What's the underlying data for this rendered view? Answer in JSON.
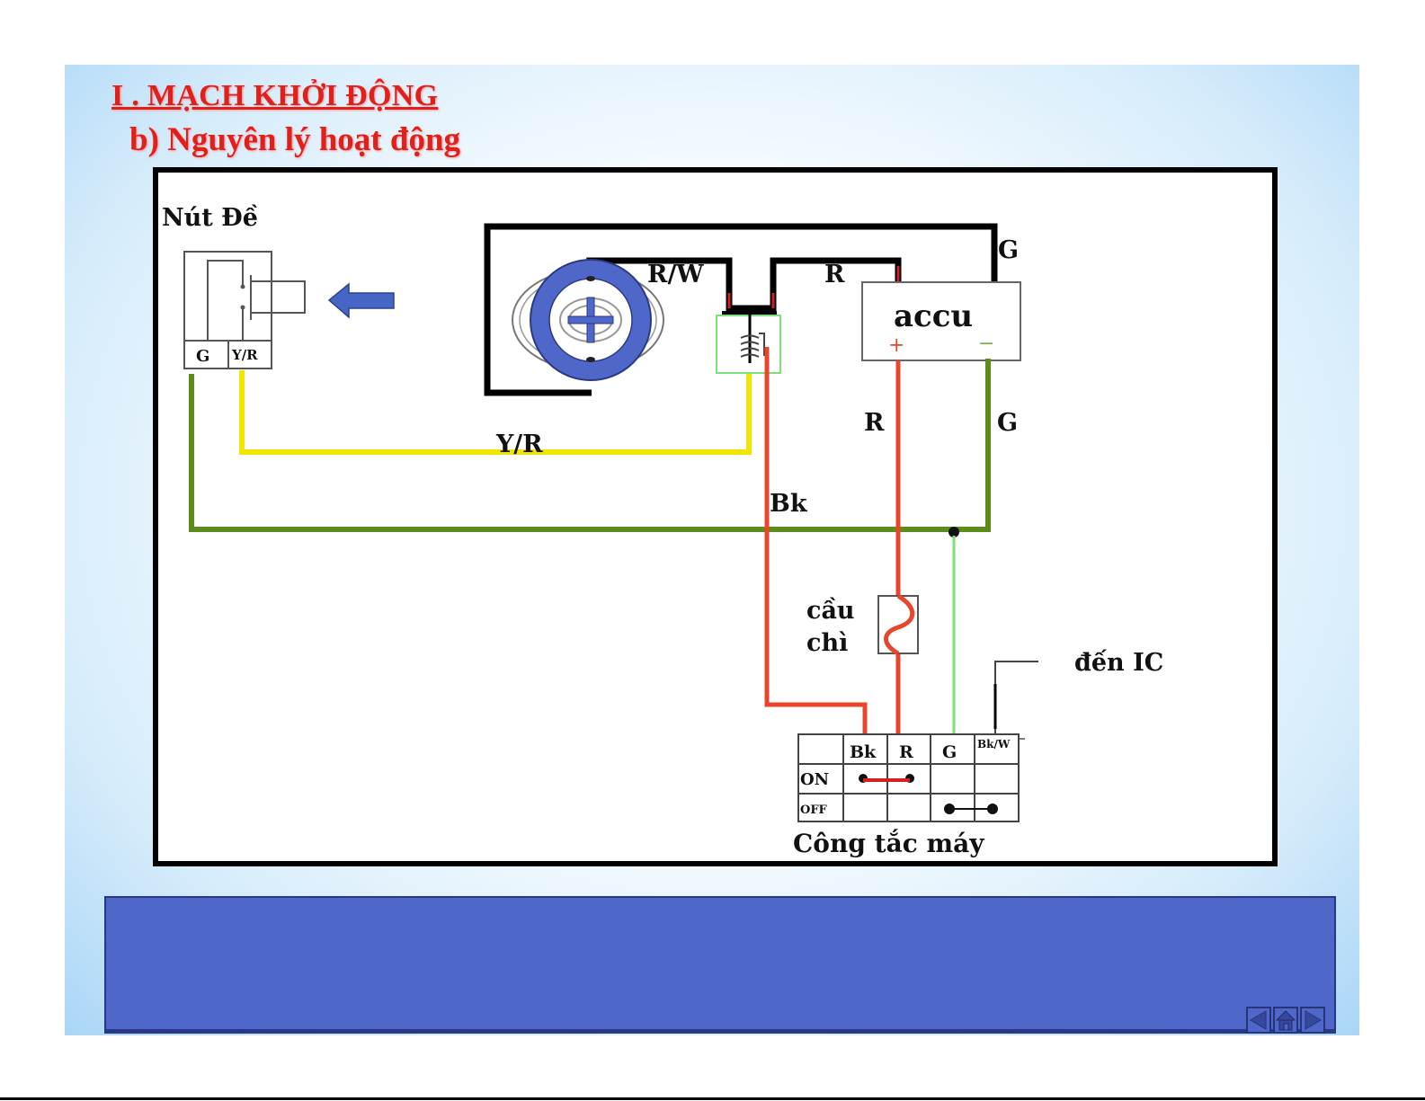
{
  "slide": {
    "title": "I . MẠCH KHỞI ĐỘNG",
    "subtitle": "b) Nguyên lý hoạt động"
  },
  "diagram": {
    "start_button": {
      "label": "Nút Đề",
      "terminals": [
        "G",
        "Y/R"
      ]
    },
    "wire_labels": {
      "rw": "R/W",
      "r_top": "R",
      "g_top": "G",
      "yr": "Y/R",
      "r_mid": "R",
      "g_mid": "G",
      "bk": "Bk"
    },
    "battery": {
      "label": "accu",
      "plus": "+",
      "minus": "−"
    },
    "fuse": {
      "label_line1": "cầu",
      "label_line2": "chì"
    },
    "ic_label": "đến IC",
    "ignition_switch": {
      "label": "Công tắc máy",
      "columns": [
        "Bk",
        "R",
        "G",
        "Bk/W"
      ],
      "rows": [
        "ON",
        "OFF"
      ]
    },
    "colors": {
      "red_wire": "#e8452c",
      "yellow_wire": "#f2e600",
      "green_wire": "#5e8c1a",
      "light_green_wire": "#7ee07a",
      "motor_blue": "#4f67c8",
      "arrow_blue": "#4566c4"
    }
  },
  "navigation": {
    "prev_icon": "triangle-left-icon",
    "home_icon": "home-icon",
    "next_icon": "triangle-right-icon"
  }
}
